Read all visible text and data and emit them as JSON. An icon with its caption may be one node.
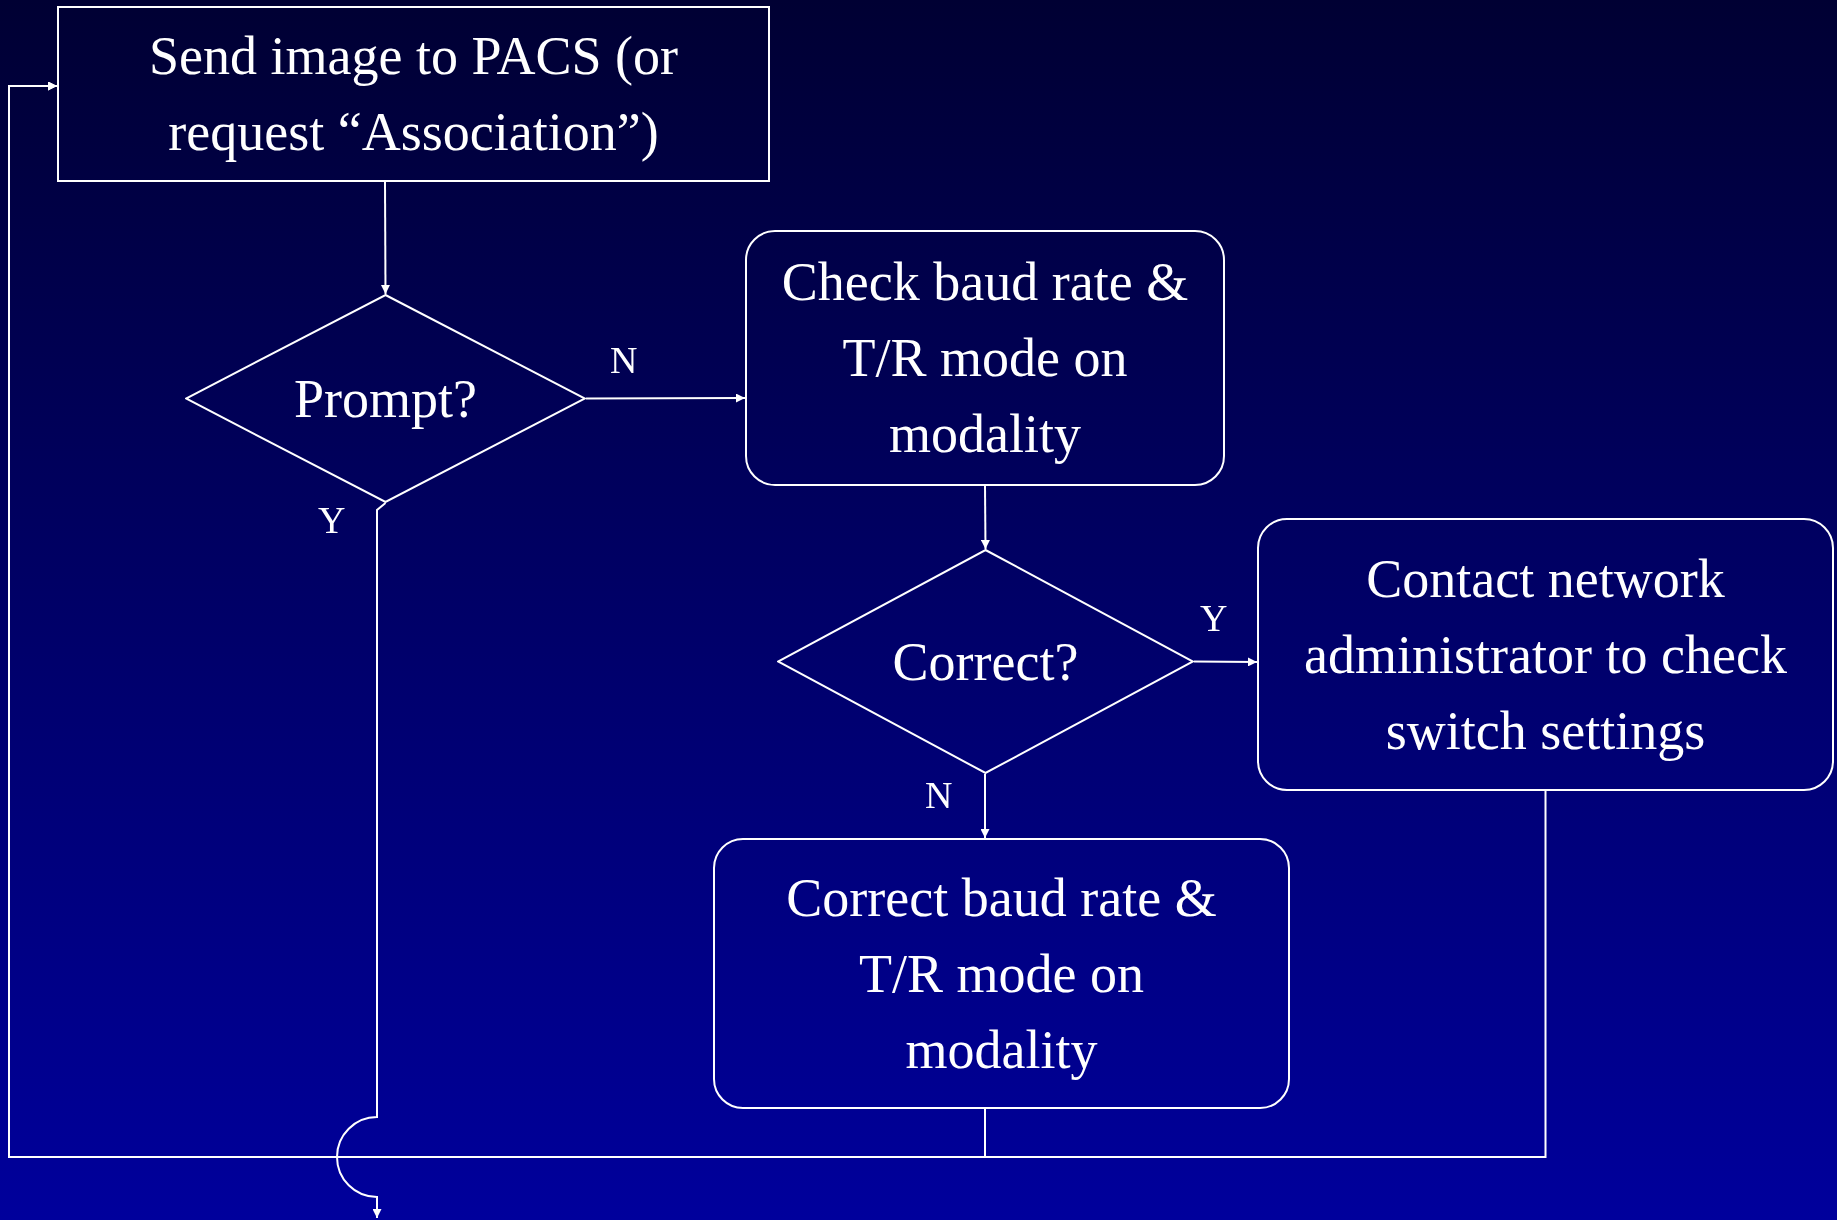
{
  "diagram": {
    "nodes": [
      {
        "text": [
          "Send image to PACS (or request “Association”)"
        ]
      },
      {
        "text": [
          "Prompt?"
        ]
      },
      {
        "text": [
          "Check baud rate & T/R mode on modality"
        ]
      },
      {
        "text": [
          "Correct?"
        ]
      },
      {
        "text": [
          "Contact network administrator to check switch settings"
        ]
      },
      {
        "text": [
          "Correct baud rate & T/R mode on modality"
        ]
      }
    ],
    "edges": [
      {
        "from": 0,
        "to": 1,
        "arrow": "to"
      },
      {
        "from": 1,
        "to": 2,
        "arrow": "to",
        "label": "N"
      },
      {
        "from": 2,
        "to": 3,
        "arrow": "to"
      },
      {
        "from": 3,
        "to": 4,
        "arrow": "to",
        "label": "Y"
      },
      {
        "from": 3,
        "to": 5,
        "arrow": "to",
        "label": "N"
      },
      {
        "from": 1,
        "to": null,
        "arrow": "to",
        "label": "Y"
      },
      {
        "from": 5,
        "to": 0,
        "arrow": "to"
      },
      {
        "from": 4,
        "to": 0,
        "arrow": "to"
      }
    ]
  }
}
